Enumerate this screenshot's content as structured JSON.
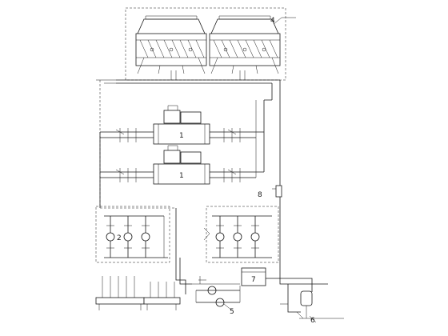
{
  "equipment_tags": {
    "cooling_tower": "4",
    "chiller_1": "1",
    "chiller_2": "1",
    "water_filter": "8",
    "chilled_pump_group": "2",
    "water_treatment": "7",
    "makeup_pump": "5",
    "expansion_tank": "6"
  }
}
